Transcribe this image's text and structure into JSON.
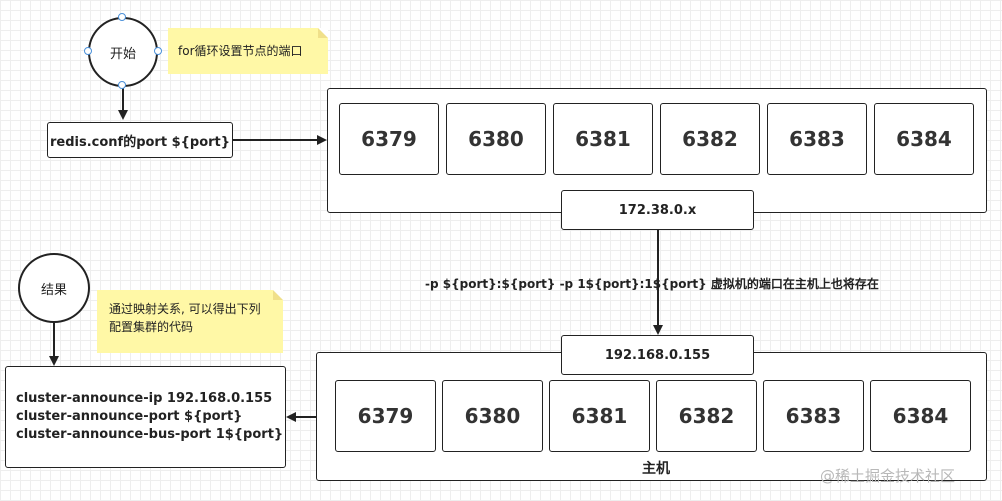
{
  "start_label": "开始",
  "start_note": "for循环设置节点的端口",
  "config_label": "redis.conf的port ${port}",
  "container_group": {
    "ports": [
      "6379",
      "6380",
      "6381",
      "6382",
      "6383",
      "6384"
    ],
    "ip": "172.38.0.x"
  },
  "mapping_text": "-p ${port}:${port} -p 1${port}:1${port} 虚拟机的端口在主机上也将存在",
  "host_group": {
    "ip": "192.168.0.155",
    "ports": [
      "6379",
      "6380",
      "6381",
      "6382",
      "6383",
      "6384"
    ],
    "label": "主机"
  },
  "result_label": "结果",
  "result_note": {
    "line1": "通过映射关系, 可以得出下列",
    "line2": "配置集群的代码"
  },
  "result_config": {
    "line1": "cluster-announce-ip 192.168.0.155",
    "line2": "cluster-announce-port ${port}",
    "line3": "cluster-announce-bus-port 1${port}"
  },
  "watermark": "@稀土掘金技术社区"
}
